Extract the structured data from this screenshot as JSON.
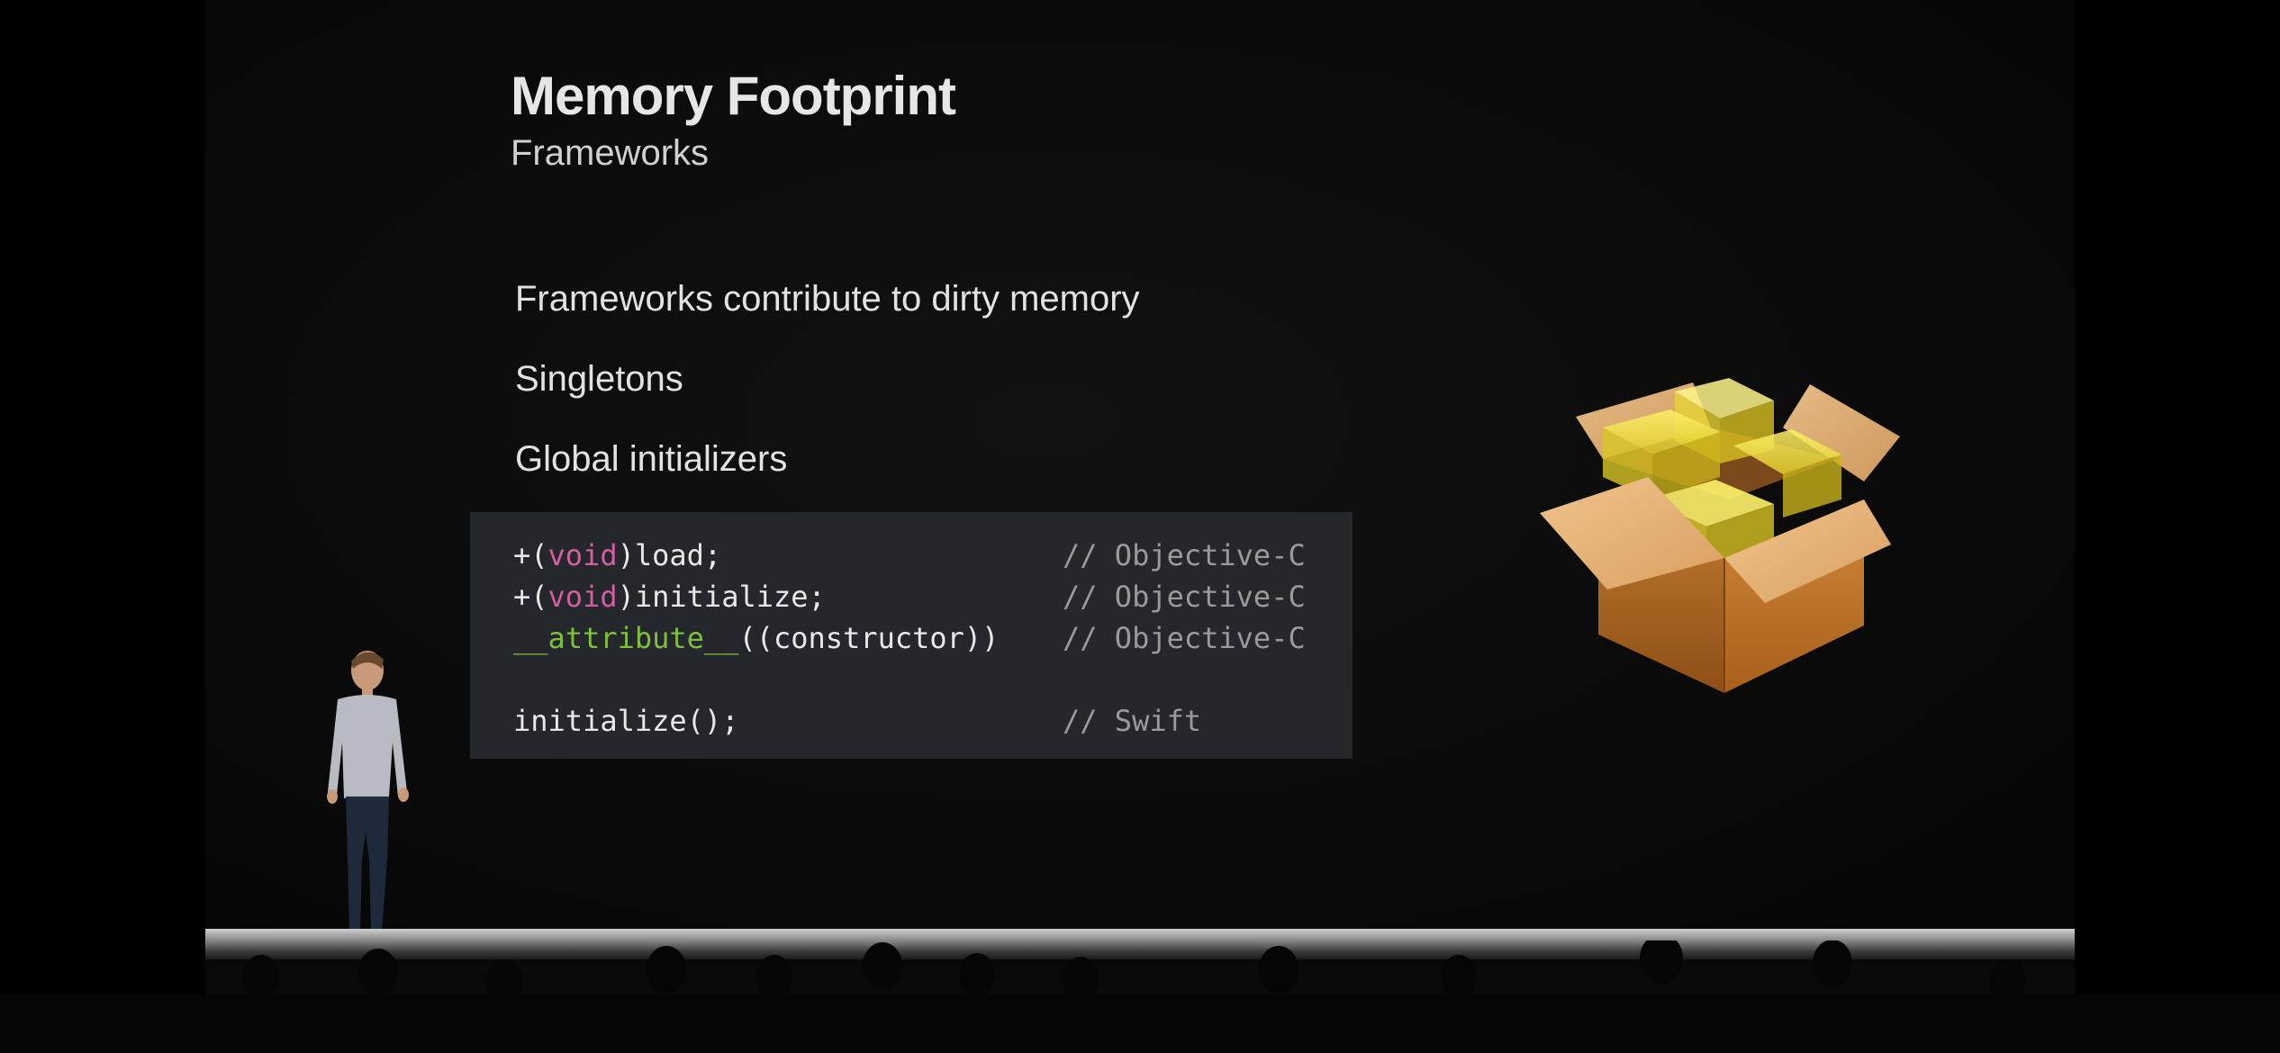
{
  "slide": {
    "title": "Memory Footprint",
    "subtitle": "Frameworks",
    "bullets": [
      "Frameworks contribute to dirty memory",
      "Singletons",
      "Global initializers"
    ],
    "code": {
      "lines": [
        {
          "prefix": "+(",
          "keyword": "void",
          "suffix": ")load;",
          "comment": "// Objective-C"
        },
        {
          "prefix": "+(",
          "keyword": "void",
          "suffix": ")initialize;",
          "comment": "// Objective-C"
        },
        {
          "attribute": "__attribute__",
          "suffix": "((constructor))",
          "comment": "// Objective-C"
        },
        {
          "text": "initialize();",
          "comment": "// Swift"
        }
      ]
    },
    "icon": "package-box-icon"
  },
  "colors": {
    "code_background": "#24272c",
    "keyword": "#d45fa0",
    "attribute": "#7fbf3a",
    "comment": "#9a9a9a"
  }
}
